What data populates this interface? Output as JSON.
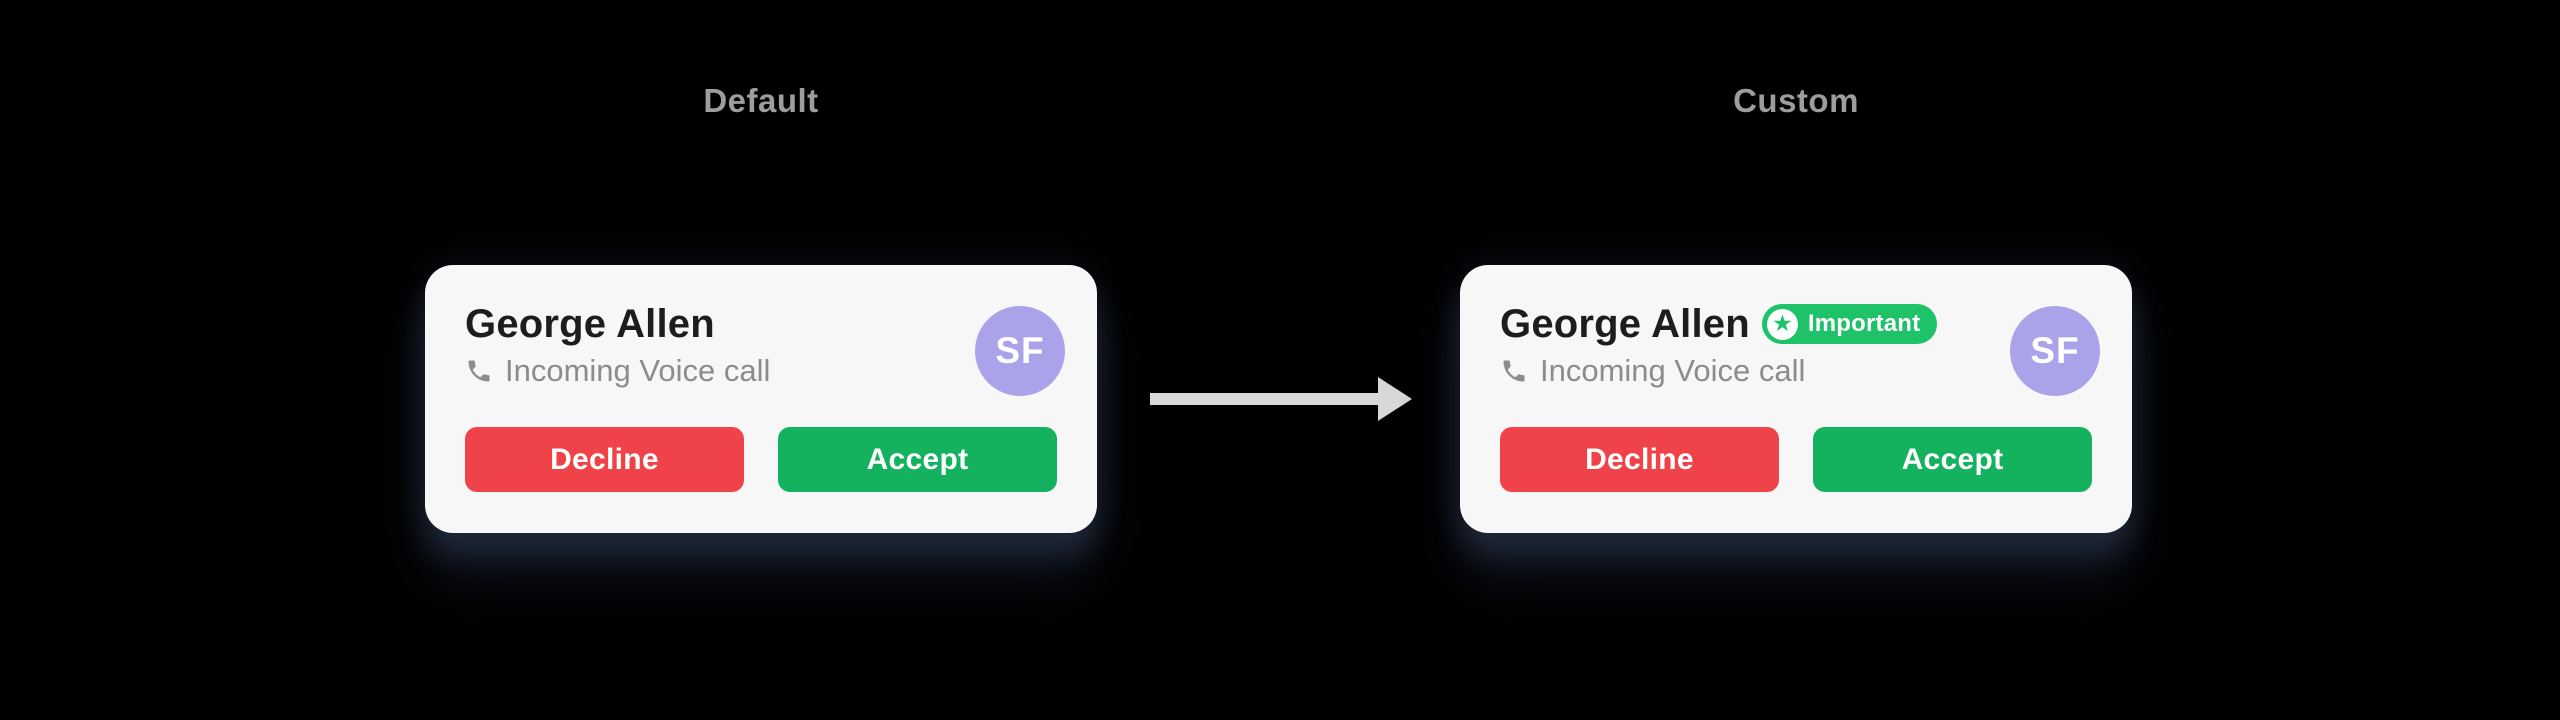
{
  "colors": {
    "canvas_bg": "#000000",
    "card_bg": "#f7f7f7",
    "label_gray": "#9d9d9d",
    "title_dark": "#1d1d1d",
    "subtitle_gray": "#8c8c8c",
    "decline_red": "#f04349",
    "accept_green": "#14b25f",
    "badge_green": "#1ec268",
    "avatar_purple": "#aba3ea",
    "arrow_gray": "#d8d8d8",
    "button_text": "#ffffff"
  },
  "left_panel": {
    "label": "Default",
    "card": {
      "caller_name": "George Allen",
      "call_status": "Incoming Voice call",
      "avatar_initials": "SF",
      "decline_label": "Decline",
      "accept_label": "Accept"
    }
  },
  "right_panel": {
    "label": "Custom",
    "card": {
      "caller_name": "George Allen",
      "call_status": "Incoming Voice call",
      "avatar_initials": "SF",
      "decline_label": "Decline",
      "accept_label": "Accept",
      "badge": {
        "label": "Important",
        "icon": "star-icon",
        "star_glyph": "★"
      }
    }
  },
  "icons": {
    "phone": "call-icon",
    "arrow": "arrow-right-icon",
    "star": "star-icon"
  }
}
